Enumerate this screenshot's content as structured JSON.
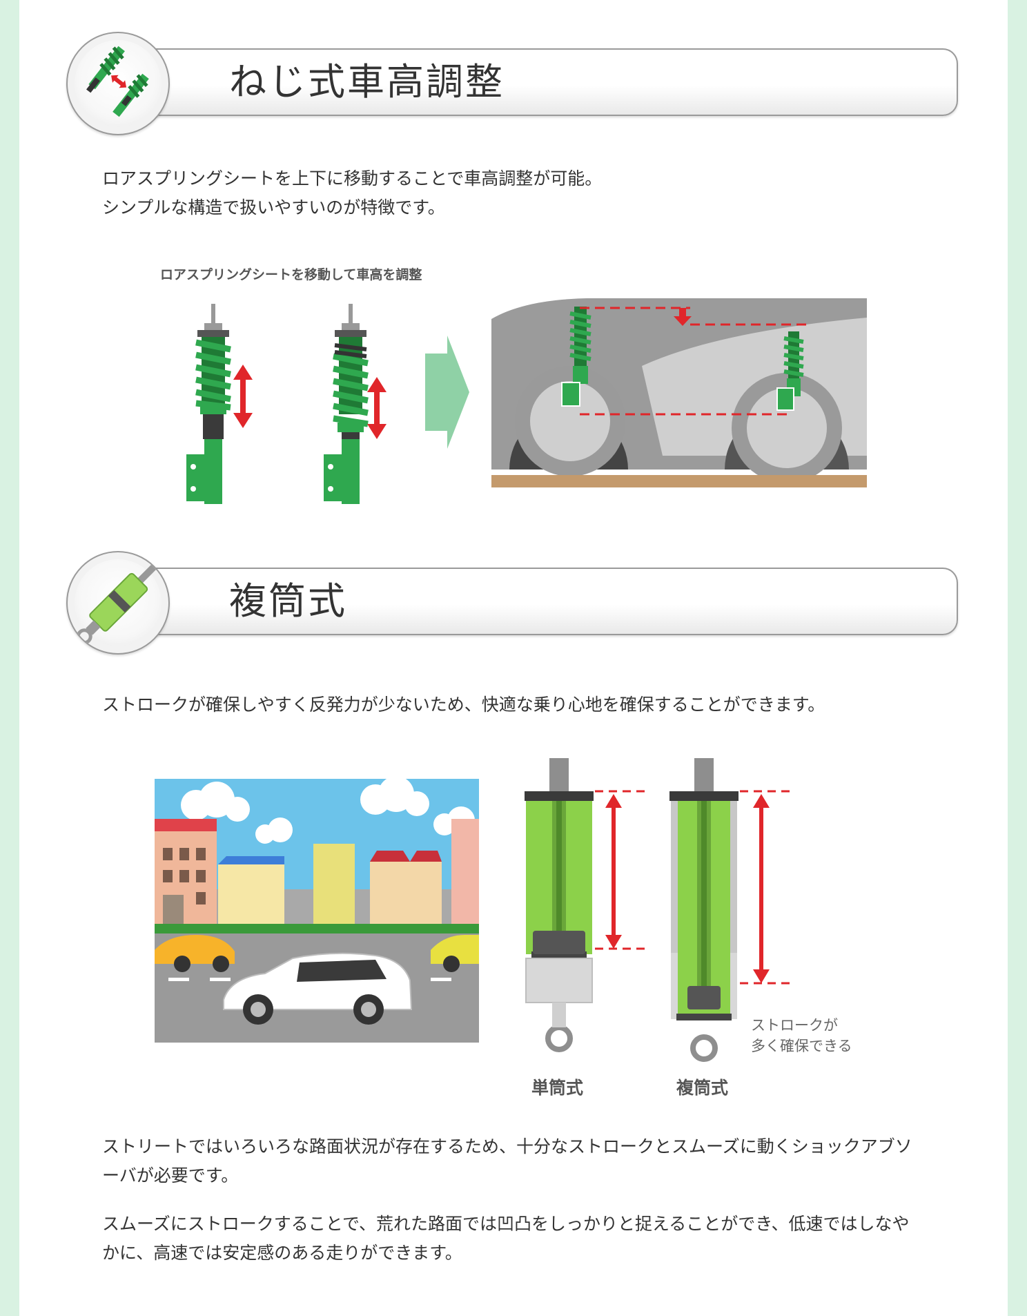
{
  "section1": {
    "title": "ねじ式車高調整",
    "icon": "coilover-adjust-icon",
    "body_lines": [
      "ロアスプリングシートを上下に移動することで車高調整が可能。",
      "シンプルな構造で扱いやすいのが特徴です。"
    ],
    "diagram_caption": "ロアスプリングシートを移動して車高を調整"
  },
  "section2": {
    "title": "複筒式",
    "icon": "shock-absorber-icon",
    "intro": "ストロークが確保しやすく反発力が少ないため、快適な乗り心地を確保することができます。",
    "label_mono": "単筒式",
    "label_twin": "複筒式",
    "stroke_note_line1": "ストロークが",
    "stroke_note_line2": "多く確保できる",
    "para1": "ストリートではいろいろな路面状況が存在するため、十分なストロークとスムーズに動くショックアブソーバが必要です。",
    "para2": "スムーズにストロークすることで、荒れた路面では凹凸をしっかりと捉えることができ、低速ではしなやかに、高速では安定感のある走りができます。"
  },
  "colors": {
    "rail": "#d9f2e2",
    "spring_green": "#2fa84f",
    "arrow_red": "#e0262a",
    "fluid_green": "#8cd14a"
  }
}
